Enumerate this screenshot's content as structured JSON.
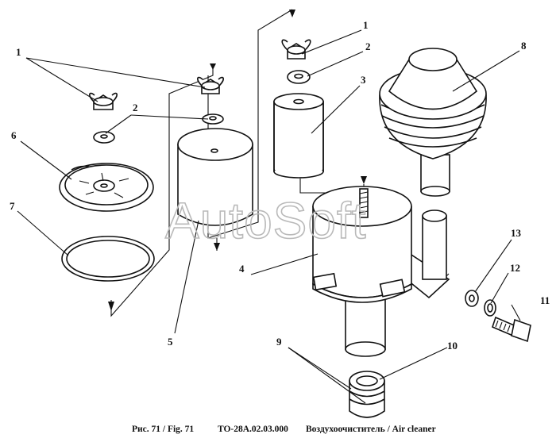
{
  "watermark": "AutoSoft",
  "callouts": {
    "c1a": "1",
    "c1b": "1",
    "c2a": "2",
    "c2b": "2",
    "c3": "3",
    "c4": "4",
    "c5": "5",
    "c6": "6",
    "c7": "7",
    "c8": "8",
    "c9": "9",
    "c10": "10",
    "c11": "11",
    "c12": "12",
    "c13": "13"
  },
  "caption": {
    "figure": "Рис. 71 / Fig. 71",
    "code": "TO-28A.02.03.000",
    "title": "Воздухоочиститель / Air cleaner"
  }
}
